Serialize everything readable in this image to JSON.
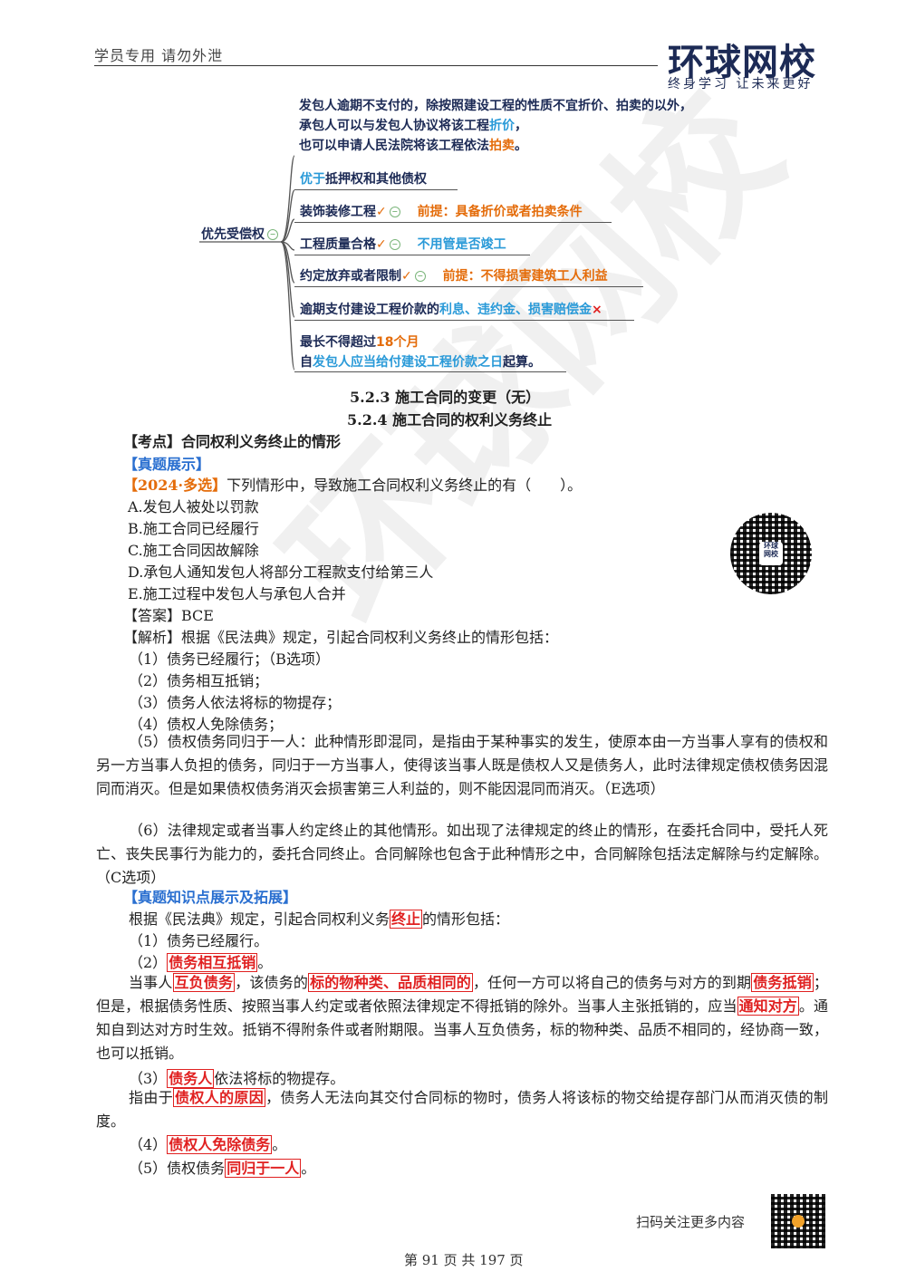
{
  "header": {
    "left_text": "学员专用 请勿外泄",
    "logo_text": "环球网校",
    "slogan": "终身学习 让未来更好"
  },
  "watermark": "环球网校",
  "mindmap": {
    "root": "优先受偿权",
    "top_branch": {
      "line1": "发包人逾期不支付的，除按照建设工程的性质不宜折价、拍卖的以外，",
      "line2_a": "承包人可以与发包人协议将该工程",
      "line2_b": "折价",
      "line2_c": "，",
      "line3_a": "也可以申请人民法院将该工程依法",
      "line3_b": "拍卖",
      "line3_c": "。"
    },
    "branches": [
      {
        "a": "优于",
        "b": "抵押权和其他债权"
      },
      {
        "a": "装饰装修工程",
        "check": "✓",
        "note": "前提：具备折价或者拍卖条件"
      },
      {
        "a": "工程质量合格",
        "check": "✓",
        "note": "不用管是否竣工"
      },
      {
        "a": "约定放弃或者限制",
        "check": "✓",
        "note": "前提：不得损害建筑工人利益"
      },
      {
        "a": "逾期支付建设工程价款的",
        "b": "利息、违约金、损害赔偿金",
        "cross": "×"
      }
    ],
    "last": {
      "l1_a": "最长不得超过",
      "l1_b": "18个月",
      "l2_a": "自",
      "l2_b": "发包人应当给付建设工程价款之日",
      "l2_c": "起算。"
    }
  },
  "sections": {
    "s523": "5.2.3 施工合同的变更（无）",
    "s524": "5.2.4 施工合同的权利义务终止"
  },
  "kaodian": "【考点】合同权利义务终止的情形",
  "zhenti_label": "【真题展示】",
  "question": {
    "tag": "【2024·多选】",
    "stem": "下列情形中，导致施工合同权利义务终止的有（　　）。",
    "options": [
      "A.发包人被处以罚款",
      "B.施工合同已经履行",
      "C.施工合同因故解除",
      "D.承包人通知发包人将部分工程款支付给第三人",
      "E.施工过程中发包人与承包人合并"
    ]
  },
  "answer": "【答案】BCE",
  "analysis": {
    "intro": "【解析】根据《民法典》规定，引起合同权利义务终止的情形包括：",
    "items": [
      "（1）债务已经履行；（B选项）",
      "（2）债务相互抵销；",
      "（3）债务人依法将标的物提存；",
      "（4）债权人免除债务；"
    ],
    "p5": "（5）债权债务同归于一人：此种情形即混同，是指由于某种事实的发生，使原本由一方当事人享有的债权和另一方当事人负担的债务，同归于一方当事人，使得该当事人既是债权人又是债务人，此时法律规定债权债务因混同而消灭。但是如果债权债务消灭会损害第三人利益的，则不能因混同而消灭。（E选项）",
    "p6": "（6）法律规定或者当事人约定终止的其他情形。如出现了法律规定的终止的情形，在委托合同中，受托人死亡、丧失民事行为能力的，委托合同终止。合同解除也包含于此种情形之中，合同解除包括法定解除与约定解除。（C选项）"
  },
  "expand": {
    "label": "【真题知识点展示及拓展】",
    "intro_a": "根据《民法典》规定，引起合同权利义务",
    "intro_b": "终止",
    "intro_c": "的情形包括：",
    "i1": "（1）债务已经履行。",
    "i2_a": "（2）",
    "i2_b": "债务相互抵销",
    "i2_c": "。",
    "p2_a": "当事人",
    "p2_b": "互负债务",
    "p2_c": "，该债务的",
    "p2_d": "标的物种类、品质相同的",
    "p2_e": "，任何一方可以将自己的债务与对方的到期",
    "p2_f": "债务抵销",
    "p2_g": "；但是，根据债务性质、按照当事人约定或者依照法律规定不得抵销的除外。当事人主张抵销的，应当",
    "p2_h": "通知对方",
    "p2_i": "。通知自到达对方时生效。抵销不得附条件或者附期限。当事人互负债务，标的物种类、品质不相同的，经协商一致，也可以抵销。",
    "i3_a": "（3）",
    "i3_b": "债务人",
    "i3_c": "依法将标的物提存。",
    "p3_a": "指由于",
    "p3_b": "债权人的原因",
    "p3_c": "，债务人无法向其交付合同标的物时，债务人将该标的物交给提存部门从而消灭债的制度。",
    "i4_a": "（4）",
    "i4_b": "债权人免除债务",
    "i4_c": "。",
    "i5_a": "（5）债权债务",
    "i5_b": "同归于一人",
    "i5_c": "。"
  },
  "footer": {
    "scan": "扫码关注更多内容",
    "page": "第 91 页 共 197 页"
  }
}
